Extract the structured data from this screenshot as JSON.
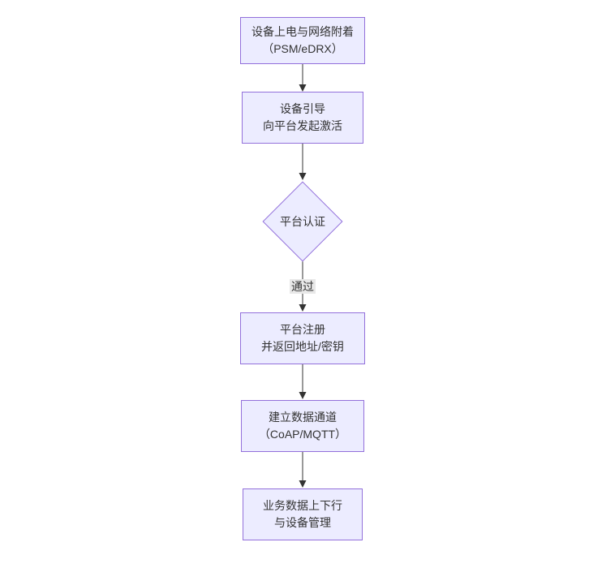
{
  "diagram": {
    "type": "flowchart-vertical",
    "colors": {
      "background": "#ffffff",
      "node_fill": "#ECECFF",
      "node_border": "#9370DB",
      "text": "#333333",
      "edge_line": "#333333",
      "edge_label_bg": "#e8e8e8"
    },
    "nodes": [
      {
        "id": "A",
        "shape": "rect",
        "lines": [
          "设备上电与网络附着",
          "（PSM/eDRX）"
        ]
      },
      {
        "id": "B",
        "shape": "rect",
        "lines": [
          "设备引导",
          "向平台发起激活"
        ]
      },
      {
        "id": "C",
        "shape": "diamond",
        "lines": [
          "平台认证"
        ]
      },
      {
        "id": "D",
        "shape": "rect",
        "lines": [
          "平台注册",
          "并返回地址/密钥"
        ]
      },
      {
        "id": "E",
        "shape": "rect",
        "lines": [
          "建立数据通道",
          "（CoAP/MQTT）"
        ]
      },
      {
        "id": "F",
        "shape": "rect",
        "lines": [
          "业务数据上下行",
          "与设备管理"
        ]
      }
    ],
    "edges": [
      {
        "from": "A",
        "to": "B",
        "label": ""
      },
      {
        "from": "B",
        "to": "C",
        "label": ""
      },
      {
        "from": "C",
        "to": "D",
        "label": "通过"
      },
      {
        "from": "D",
        "to": "E",
        "label": ""
      },
      {
        "from": "E",
        "to": "F",
        "label": ""
      }
    ]
  }
}
